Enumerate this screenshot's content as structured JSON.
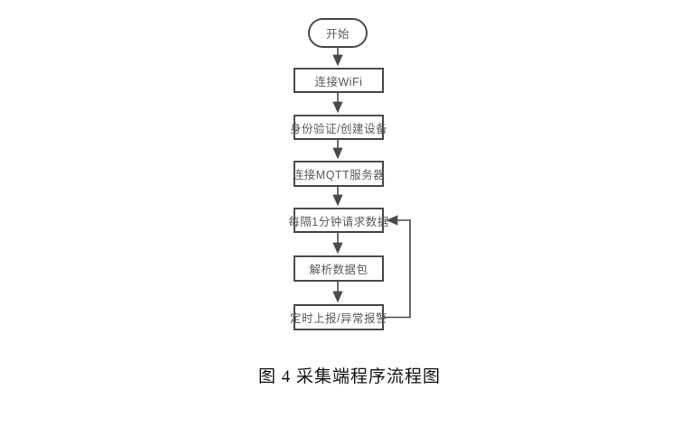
{
  "figure": {
    "caption": "图 4 采集端程序流程图"
  },
  "flowchart": {
    "nodes": [
      {
        "id": "start",
        "type": "terminator",
        "label": "开始"
      },
      {
        "id": "connect-wifi",
        "type": "process",
        "label": "连接WiFi"
      },
      {
        "id": "auth-create-device",
        "type": "process",
        "label": "身份验证/创建设备"
      },
      {
        "id": "connect-mqtt",
        "type": "process",
        "label": "连接MQTT服务器"
      },
      {
        "id": "request-data",
        "type": "process",
        "label": "每隔1分钟请求数据"
      },
      {
        "id": "parse-packet",
        "type": "process",
        "label": "解析数据包"
      },
      {
        "id": "report-alarm",
        "type": "process",
        "label": "定时上报/异常报警"
      }
    ],
    "edges": [
      {
        "from": "start",
        "to": "connect-wifi",
        "type": "straight"
      },
      {
        "from": "connect-wifi",
        "to": "auth-create-device",
        "type": "straight"
      },
      {
        "from": "auth-create-device",
        "to": "connect-mqtt",
        "type": "straight"
      },
      {
        "from": "connect-mqtt",
        "to": "request-data",
        "type": "straight"
      },
      {
        "from": "request-data",
        "to": "parse-packet",
        "type": "straight"
      },
      {
        "from": "parse-packet",
        "to": "report-alarm",
        "type": "straight"
      },
      {
        "from": "report-alarm",
        "to": "request-data",
        "type": "loop-back"
      }
    ],
    "colors": {
      "node_border": "#4a4a4a",
      "node_text": "#595959",
      "arrow": "#4a4a4a",
      "background": "#ffffff",
      "caption_text": "#111111"
    }
  }
}
